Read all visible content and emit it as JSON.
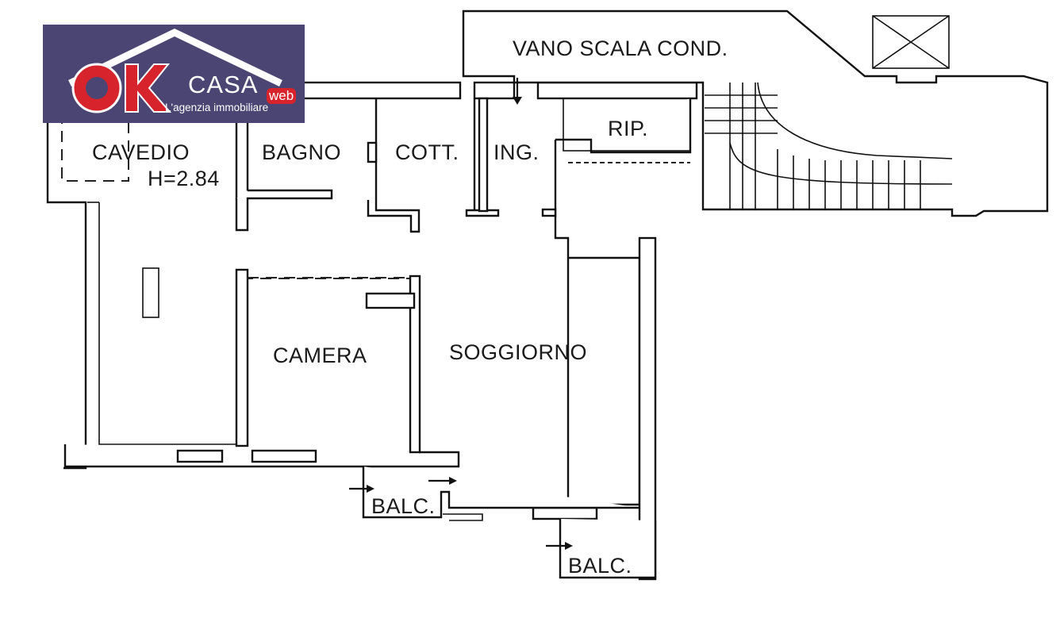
{
  "logo": {
    "brand_ok": "OK",
    "brand_casa": "CASA",
    "brand_web": "web",
    "tagline": "L'agenzia immobiliare",
    "colors": {
      "background": "#4a4573",
      "accent": "#d6232c",
      "text": "#ffffff"
    }
  },
  "rooms": {
    "stairwell": "VANO SCALA COND.",
    "cavedio": "CAVEDIO",
    "height": "H=2.84",
    "bagno": "BAGNO",
    "cottura": "COTT.",
    "ingresso": "ING.",
    "ripostiglio": "RIP.",
    "camera": "CAMERA",
    "soggiorno": "SOGGIORNO",
    "balcone_1": "BALC.",
    "balcone_2": "BALC."
  }
}
